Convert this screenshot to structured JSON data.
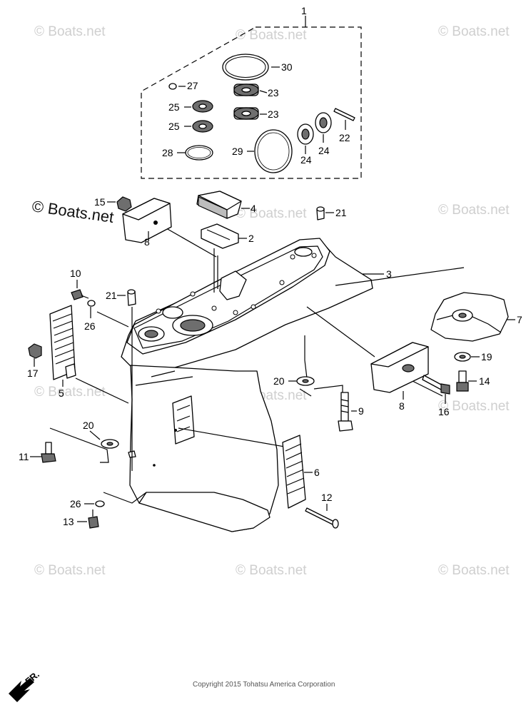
{
  "watermark": "© Boats.net",
  "watermark_main": "© Boats.net",
  "copyright": "Copyright 2015 Tohatsu America Corporation",
  "direction_label": "FR.",
  "callouts": {
    "p1": "1",
    "p2": "2",
    "p3": "3",
    "p4": "4",
    "p5": "5",
    "p6": "6",
    "p7": "7",
    "p8a": "8",
    "p8b": "8",
    "p9": "9",
    "p10": "10",
    "p11": "11",
    "p12": "12",
    "p13": "13",
    "p14": "14",
    "p15": "15",
    "p16": "16",
    "p17": "17",
    "p19": "19",
    "p20a": "20",
    "p20b": "20",
    "p21a": "21",
    "p21b": "21",
    "p22": "22",
    "p23a": "23",
    "p23b": "23",
    "p24a": "24",
    "p24b": "24",
    "p25a": "25",
    "p25b": "25",
    "p26a": "26",
    "p26b": "26",
    "p27": "27",
    "p28": "28",
    "p29": "29",
    "p30": "30"
  }
}
